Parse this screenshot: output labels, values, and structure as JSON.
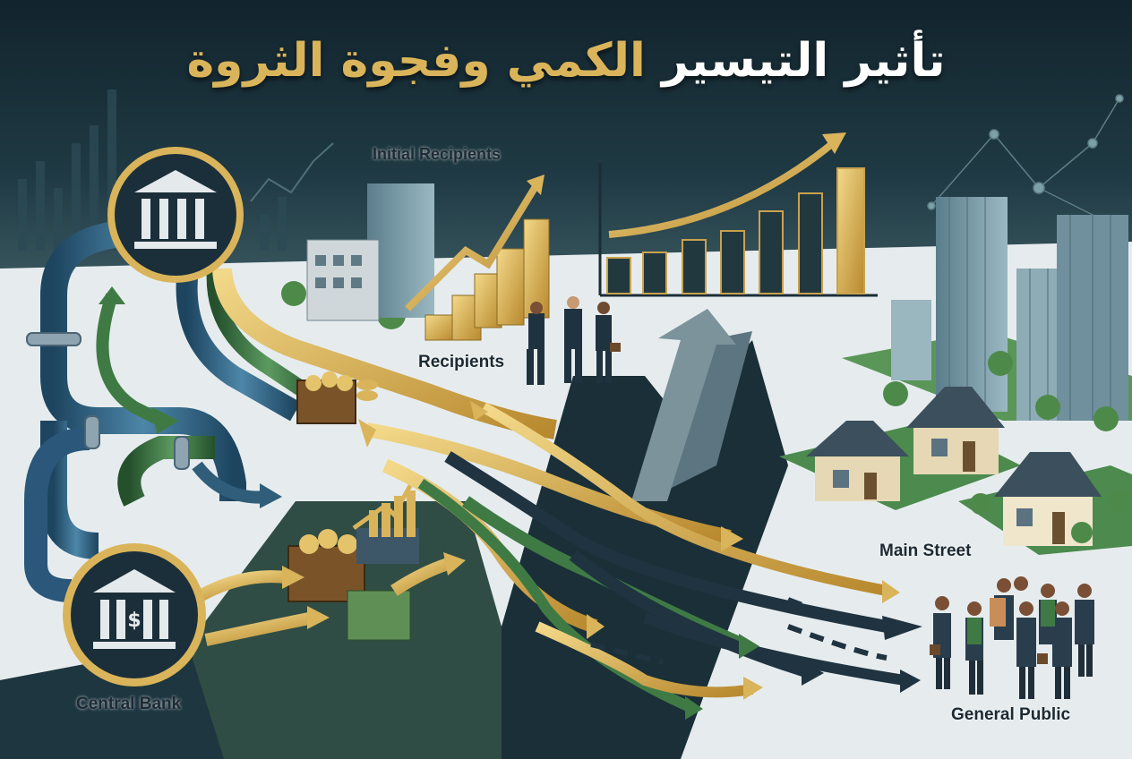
{
  "title": {
    "part1": "تأثير التيسير",
    "part2": "الكمي وفجوة الثروة"
  },
  "labels": {
    "initial_recipients": "Initial Recipients",
    "recipients": "Recipients",
    "central_bank": "Central Bank",
    "main_street": "Main Street",
    "general_public": "General Public"
  },
  "colors": {
    "background_dark": "#13262f",
    "gold": "#d9b45a",
    "green": "#3f7a45",
    "blue_pipe": "#2f5d7a",
    "dark_arrow": "#1f3340",
    "ground": "#e6ecee"
  },
  "icons": [
    "bank-icon",
    "dollar-coin-icon",
    "treasure-chest-icon",
    "cash-stack-icon",
    "bar-chart-icon",
    "trend-arrow-icon"
  ]
}
